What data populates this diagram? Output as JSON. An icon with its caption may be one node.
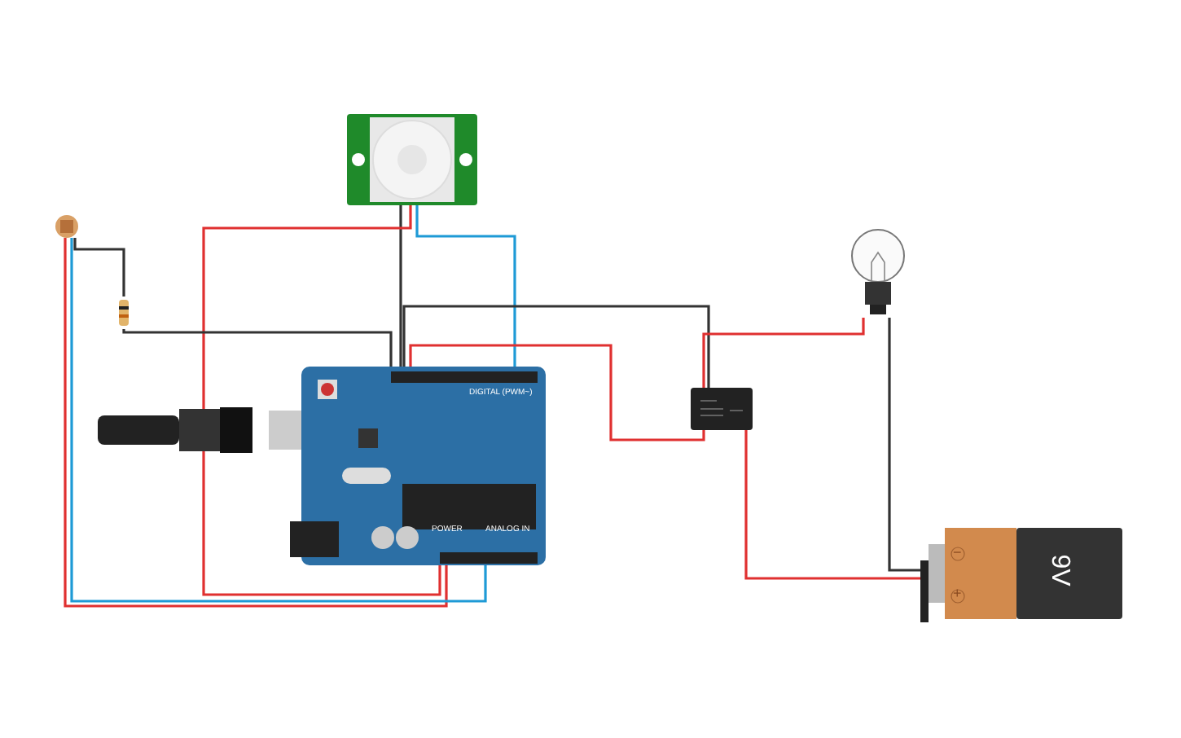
{
  "diagram": {
    "nodes": [
      {
        "text": [],
        "shape": "picture"
      },
      {
        "text": [],
        "shape": "picture"
      },
      {
        "text": [],
        "shape": "picture"
      },
      {
        "text": [
          "DIGITAL (PWM~)",
          "POWER",
          "ANALOG IN"
        ]
      },
      {
        "text": [],
        "shape": "box"
      },
      {
        "text": [],
        "shape": "picture"
      },
      {
        "text": [
          "−",
          "+",
          "9V"
        ]
      }
    ],
    "edges": [
      {
        "from": 0,
        "to": 3,
        "arrow": "none",
        "color": "#333333"
      },
      {
        "from": 0,
        "to": 3,
        "arrow": "none",
        "color": "#e03030"
      },
      {
        "from": 0,
        "to": 3,
        "arrow": "none",
        "color": "#1e9ad6"
      },
      {
        "from": 1,
        "to": 2,
        "arrow": "none",
        "color": "#333333"
      },
      {
        "from": 2,
        "to": 3,
        "arrow": "none",
        "color": "#333333"
      },
      {
        "from": 1,
        "to": 3,
        "arrow": "none",
        "color": "#e03030"
      },
      {
        "from": 1,
        "to": 3,
        "arrow": "none",
        "color": "#1e9ad6"
      },
      {
        "from": 3,
        "to": 4,
        "arrow": "none",
        "color": "#333333"
      },
      {
        "from": 3,
        "to": 4,
        "arrow": "none",
        "color": "#e03030"
      },
      {
        "from": 4,
        "to": 5,
        "arrow": "none",
        "color": "#e03030"
      },
      {
        "from": 5,
        "to": 6,
        "arrow": "none",
        "color": "#333333"
      },
      {
        "from": 4,
        "to": 6,
        "arrow": "none",
        "color": "#e03030"
      }
    ]
  }
}
